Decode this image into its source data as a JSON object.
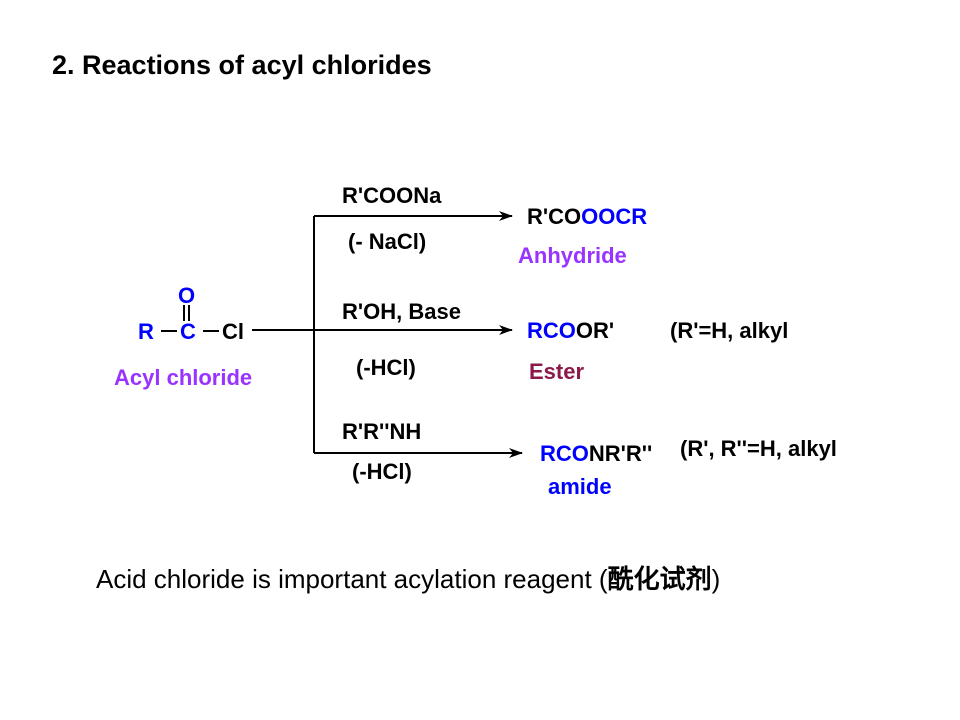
{
  "title": "2. Reactions of acyl chlorides",
  "reactant": {
    "oxygen": "O",
    "double_bond": "=",
    "r": "R",
    "carbon": "C",
    "chlorine": "Cl",
    "name": "Acyl chloride"
  },
  "branches": [
    {
      "reagent": "R'COONa",
      "byproduct": "(- NaCl)",
      "product_prefix": "R'CO",
      "product_suffix": "OOCR",
      "product_name": "Anhydride"
    },
    {
      "reagent": "R'OH,  Base",
      "byproduct": "(-HCl)",
      "product_prefix": "RCO",
      "product_suffix": "OR'",
      "note": "(R'=H, alkyl",
      "product_name": "Ester"
    },
    {
      "reagent": "R'R''NH",
      "byproduct": "(-HCl)",
      "product_prefix": "RCO",
      "product_suffix": "NR'R''",
      "note": "(R', R''=H, alkyl",
      "product_name": "amide"
    }
  ],
  "caption": {
    "text": "Acid chloride is important acylation reagent (",
    "chinese": "酰化试剂",
    "close": ")"
  },
  "colors": {
    "blue": "#0000ff",
    "purple": "#9933ff",
    "maroon": "#8b1a4a",
    "line": "#000000"
  }
}
